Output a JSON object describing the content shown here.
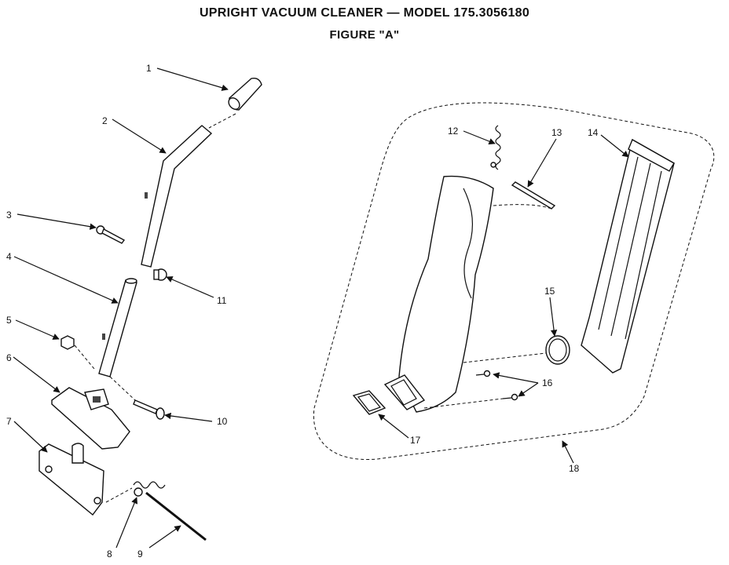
{
  "title": "UPRIGHT VACUUM CLEANER — MODEL 175.3056180",
  "subtitle": "FIGURE \"A\"",
  "callouts": {
    "c1": "1",
    "c2": "2",
    "c3": "3",
    "c4": "4",
    "c5": "5",
    "c6": "6",
    "c7": "7",
    "c8": "8",
    "c9": "9",
    "c10": "10",
    "c11": "11",
    "c12": "12",
    "c13": "13",
    "c14": "14",
    "c15": "15",
    "c16": "16",
    "c17": "17",
    "c18": "18"
  },
  "colors": {
    "ink": "#111111",
    "background": "#ffffff"
  }
}
